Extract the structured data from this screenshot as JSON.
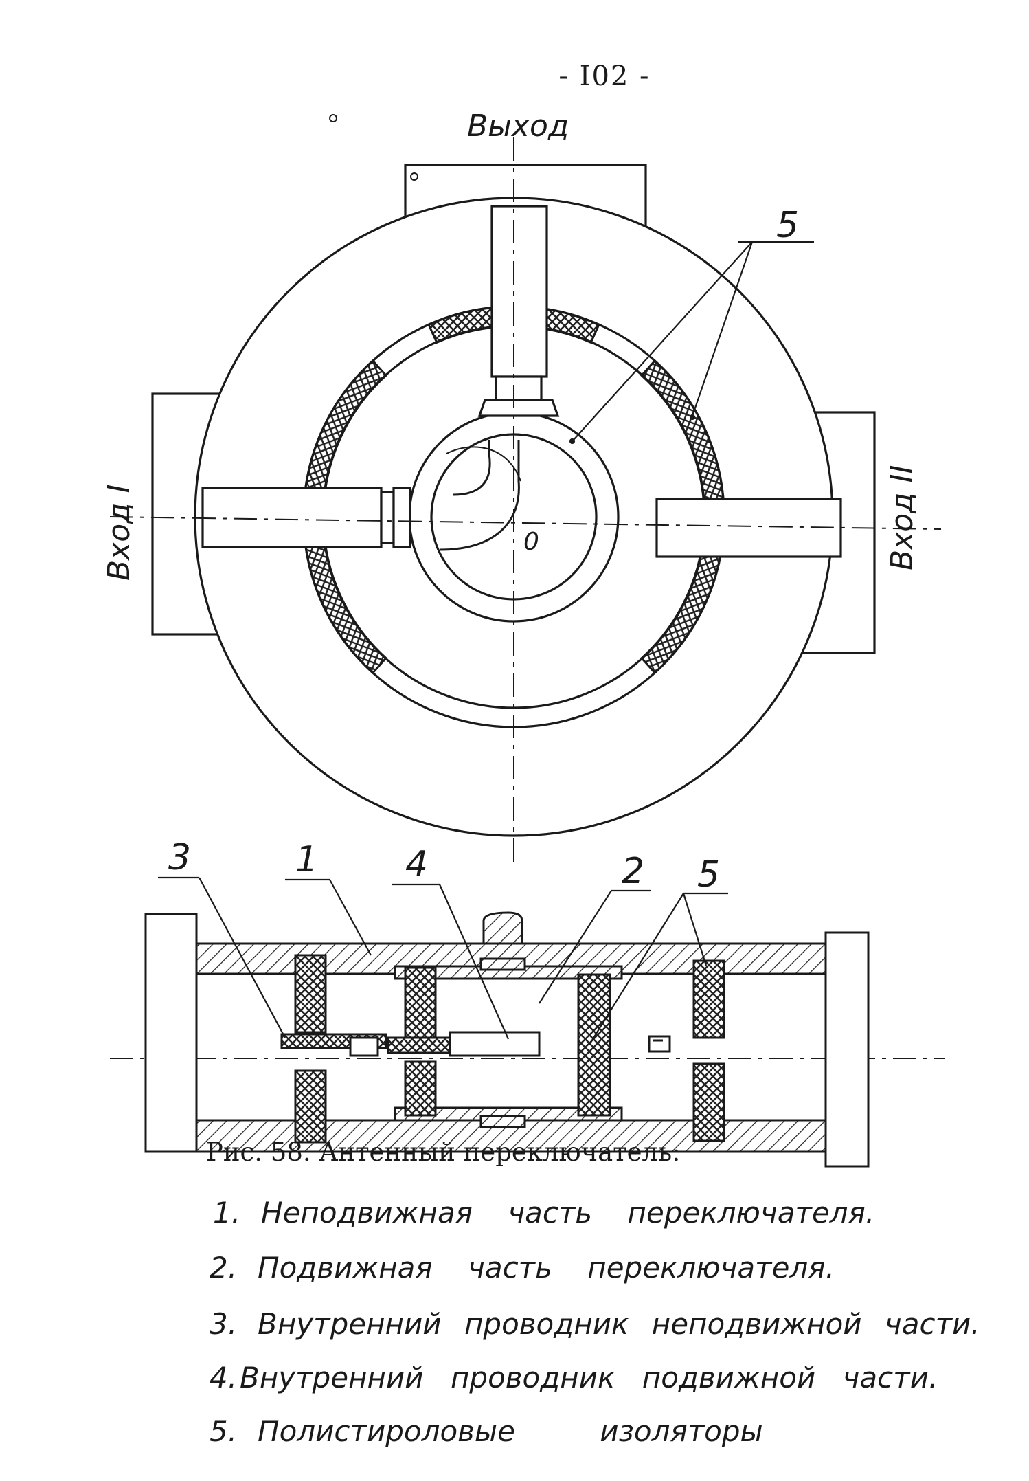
{
  "page_number": "- I02 -",
  "top_view": {
    "label_output": "Выход",
    "label_input_1": "Вход I",
    "label_input_2": "Вход II",
    "label_center": "0",
    "callout_5": "5"
  },
  "section_view": {
    "callout_1": "1",
    "callout_2": "2",
    "callout_3": "3",
    "callout_4": "4",
    "callout_5": "5"
  },
  "caption": "Рис. 58. Антенный переключатель:",
  "legend": [
    {
      "num": "1.",
      "text": "Неподвижная часть переключателя."
    },
    {
      "num": "2.",
      "text": "Подвижная часть переключателя."
    },
    {
      "num": "3.",
      "text": "Внутренний проводник неподвижной части."
    },
    {
      "num": "4.",
      "text": "Внутренний проводник подвижной части."
    },
    {
      "num": "5.",
      "text": "Полистироловые изоляторы"
    }
  ]
}
